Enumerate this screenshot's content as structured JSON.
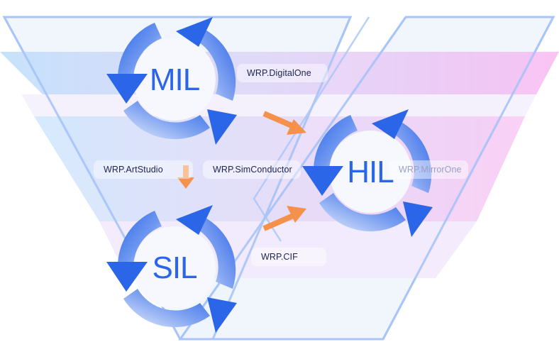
{
  "diagram": {
    "title": "V-model development loops",
    "loops": [
      {
        "id": "mil",
        "label": "MIL"
      },
      {
        "id": "sil",
        "label": "SIL"
      },
      {
        "id": "hil",
        "label": "HIL"
      }
    ],
    "tools": [
      {
        "id": "digitalone",
        "label": "WRP.DigitalOne"
      },
      {
        "id": "artstudio",
        "label": "WRP.ArtStudio"
      },
      {
        "id": "simconductor",
        "label": "WRP.SimConductor"
      },
      {
        "id": "mirrorone",
        "label": "WRP.MirrorOne"
      },
      {
        "id": "cif",
        "label": "WRP.CIF"
      }
    ],
    "flows": [
      {
        "from": "MIL",
        "to": "SIL"
      },
      {
        "from": "MIL",
        "to": "HIL"
      },
      {
        "from": "SIL",
        "to": "HIL"
      }
    ],
    "colors": {
      "loop_blue": "#2c66e8",
      "flow_orange": "#f5914a",
      "frame_blue": "#a9c4f7",
      "band_pink": "#f4a6ee",
      "band_blue": "#b9d8fb",
      "label_text": "#1d2550"
    }
  }
}
